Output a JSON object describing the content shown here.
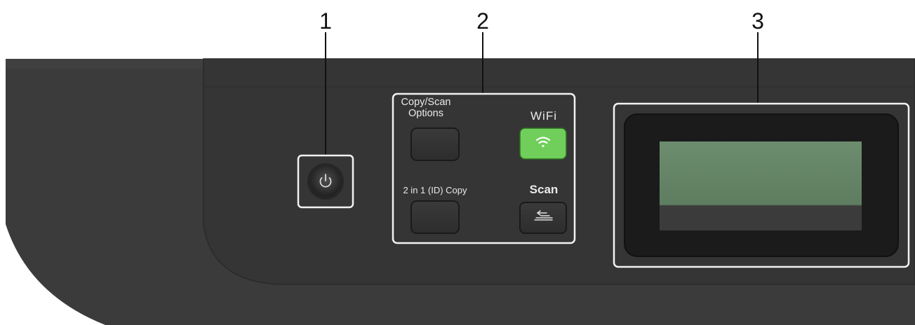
{
  "callouts": [
    "1",
    "2",
    "3"
  ],
  "buttons": {
    "copy_scan_options": {
      "label_line1": "Copy/Scan",
      "label_line2": "Options"
    },
    "wifi": {
      "label": "WiFi",
      "icon": "wifi-icon",
      "color": "#6fcf5a"
    },
    "id_copy": {
      "label": "2 in 1 (ID) Copy"
    },
    "scan": {
      "label": "Scan",
      "icon": "scan-icon"
    },
    "power": {
      "icon": "power-icon"
    }
  },
  "colors": {
    "panel": "#3a3a3a",
    "panel_dark": "#2b2b2b",
    "highlight_box": "#f2f2f2",
    "lcd": "#6a8a6c",
    "lcd_bezel": "#1a1a1a"
  }
}
